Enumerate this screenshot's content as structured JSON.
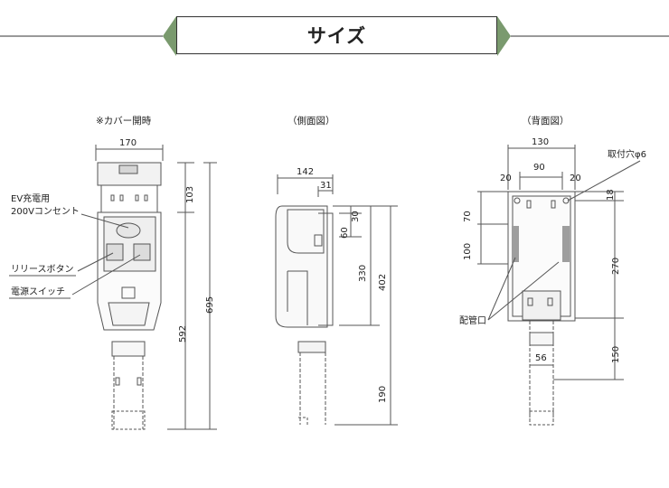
{
  "title": "サイズ",
  "colors": {
    "banner_green": "#7a9a6e",
    "line": "#555555",
    "panel": "#9e9e9e"
  },
  "views": {
    "front": {
      "title": "※カバー開時",
      "dims": {
        "width": "170",
        "top": "103",
        "total": "695",
        "lower": "592"
      },
      "callouts": {
        "ev_outlet": "EV充電用\n200Vコンセント",
        "release": "リリースボタン",
        "power": "電源スイッチ"
      }
    },
    "side": {
      "title": "（側面図）",
      "dims": {
        "depth": "142",
        "offset": "31",
        "d30": "30",
        "d60": "60",
        "d330": "330",
        "d402": "402",
        "d190": "190"
      }
    },
    "back": {
      "title": "（背面図）",
      "dims": {
        "w130": "130",
        "w90": "90",
        "w20_left": "20",
        "w20_right": "20",
        "h18": "18",
        "h70": "70",
        "h100": "100",
        "h270": "270",
        "h150": "150",
        "w56": "56"
      },
      "callouts": {
        "mount_hole": "取付穴φ6",
        "pipe_port": "配管口"
      }
    }
  }
}
